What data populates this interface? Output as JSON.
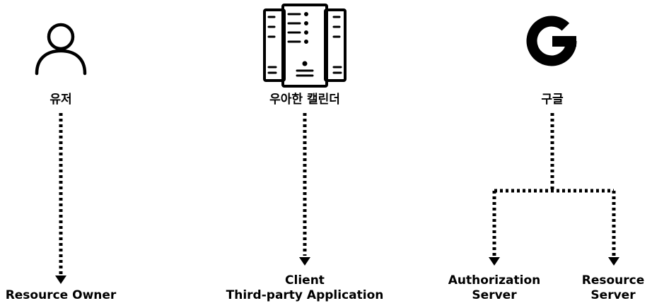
{
  "nodes": {
    "user": {
      "title": "유저",
      "role": "Resource Owner",
      "icon": "user-icon"
    },
    "client": {
      "title": "우아한 캘린더",
      "role_line1": "Client",
      "role_line2": "Third-party Application",
      "icon": "server-icon"
    },
    "google": {
      "title": "구글",
      "role_auth_line1": "Authorization",
      "role_auth_line2": "Server",
      "role_res_line1": "Resource",
      "role_res_line2": "Server",
      "icon": "google-g-icon"
    }
  },
  "colors": {
    "stroke": "#000000",
    "background": "#ffffff"
  },
  "edges": [
    {
      "from": "유저",
      "to": "Resource Owner",
      "style": "dotted-arrow"
    },
    {
      "from": "우아한 캘린더",
      "to": "Client",
      "style": "dotted-arrow"
    },
    {
      "from": "구글",
      "to": "Authorization Server",
      "style": "dotted-arrow"
    },
    {
      "from": "구글",
      "to": "Resource Server",
      "style": "dotted-arrow"
    }
  ]
}
